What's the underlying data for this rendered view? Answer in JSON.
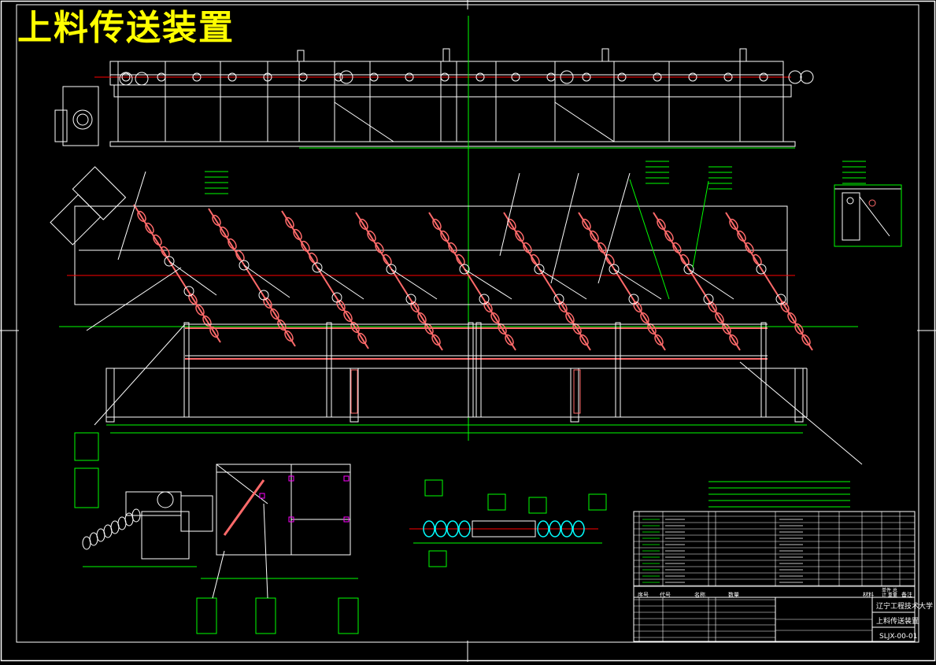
{
  "drawing": {
    "title": "上料传送装置",
    "colors": {
      "background": "#000000",
      "frame": "#ffffff",
      "title": "#ffff00",
      "outline": "#ffffff",
      "dimension": "#00ff00",
      "centerline": "#ff0000",
      "roller": "#ff6a6a",
      "detail": "#00ffff",
      "accent": "#ff00ff"
    },
    "title_block": {
      "school": "辽宁工程技术大学",
      "drawing_name": "上料传送装置",
      "drawing_no": "SLJX-00-01",
      "columns": [
        "序号",
        "代号",
        "名称",
        "数量",
        "材料",
        "单件 总计 重量",
        "备注"
      ]
    },
    "views": [
      "front-elevation",
      "plan-view",
      "drive-detail",
      "roller-assembly-detail",
      "side-section-detail",
      "technical-notes",
      "bill-of-materials"
    ]
  }
}
